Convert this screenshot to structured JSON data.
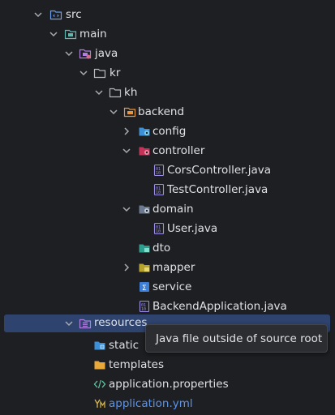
{
  "project_tree": {
    "items": [
      {
        "label": "src",
        "icon": "source-folder-icon",
        "expanded": true
      },
      {
        "label": "main",
        "icon": "module-folder-icon",
        "expanded": true
      },
      {
        "label": "java",
        "icon": "java-source-root-icon",
        "expanded": true
      },
      {
        "label": "kr",
        "icon": "package-folder-icon",
        "expanded": true
      },
      {
        "label": "kh",
        "icon": "package-folder-icon",
        "expanded": true
      },
      {
        "label": "backend",
        "icon": "package-backend-icon",
        "expanded": true
      },
      {
        "label": "config",
        "icon": "config-package-icon",
        "expanded": false
      },
      {
        "label": "controller",
        "icon": "controller-package-icon",
        "expanded": true
      },
      {
        "label": "CorsController.java",
        "icon": "java-file-icon"
      },
      {
        "label": "TestController.java",
        "icon": "java-file-icon"
      },
      {
        "label": "domain",
        "icon": "domain-package-icon",
        "expanded": true
      },
      {
        "label": "User.java",
        "icon": "java-file-icon"
      },
      {
        "label": "dto",
        "icon": "dto-package-icon"
      },
      {
        "label": "mapper",
        "icon": "mapper-package-icon",
        "expanded": false
      },
      {
        "label": "service",
        "icon": "service-package-icon"
      },
      {
        "label": "BackendApplication.java",
        "icon": "java-file-icon"
      },
      {
        "label": "resources",
        "icon": "resources-folder-icon",
        "expanded": true,
        "selected": true
      },
      {
        "label": "static",
        "icon": "web-folder-icon"
      },
      {
        "label": "templates",
        "icon": "folder-icon"
      },
      {
        "label": "application.properties",
        "icon": "properties-file-icon"
      },
      {
        "label": "application.yml",
        "icon": "yaml-file-icon",
        "color": "#5c94e8"
      }
    ]
  },
  "tooltip": {
    "text": "Java file outside of source root"
  },
  "colors": {
    "background": "#1e1f22",
    "selection": "#2e436e",
    "text": "#dfe1e5",
    "link_blue": "#5c94e8",
    "tooltip_bg": "#2b2d30"
  }
}
